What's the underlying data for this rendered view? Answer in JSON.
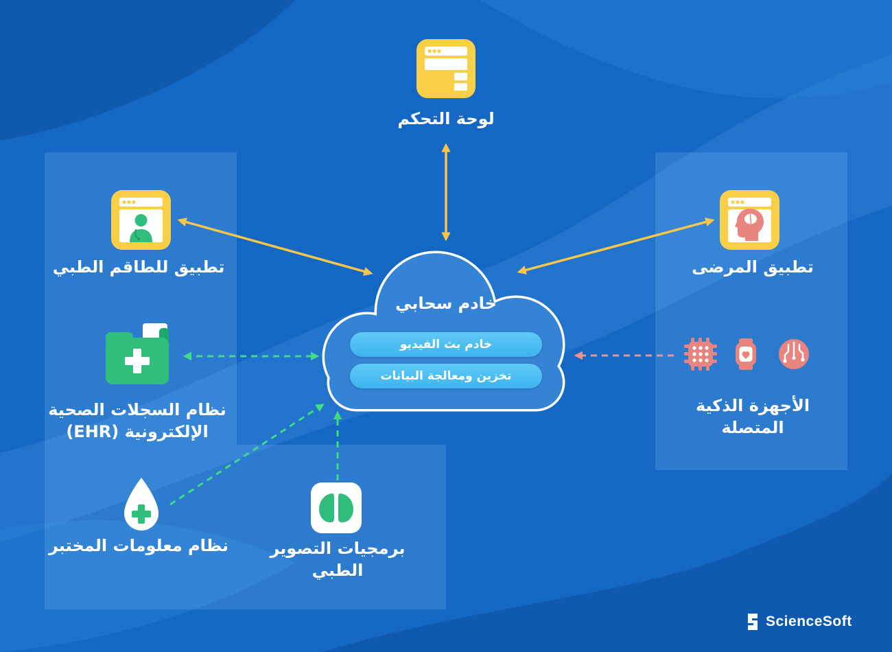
{
  "title": "Telemedicine cloud architecture diagram",
  "colors": {
    "background": "#1467c3",
    "wave_light": "#2d80d6",
    "wave_dark": "#0e57ab",
    "panel": "rgba(142,206,255,0.20)",
    "yellow": "#f8cf47",
    "green": "#2fbe7c",
    "arrow_green": "#3fdc84",
    "pink": "#e8857f",
    "pill_blue": "#47bdf2",
    "cloud_fill": "#3583d4",
    "white": "#ffffff"
  },
  "dashboard": {
    "label": "لوحة التحكم",
    "icon": "dashboard-browser-icon"
  },
  "cloud": {
    "title": "خادم سحابي",
    "pills": [
      {
        "label": "خادم بث الفيديو"
      },
      {
        "label": "تخزين ومعالجة البيانات"
      }
    ]
  },
  "left_panel": {
    "staff_app": {
      "label": "تطبيق للطاقم الطبي",
      "icon": "medical-staff-app-icon"
    },
    "ehr": {
      "label": "نظام السجلات الصحية الإلكترونية (EHR)",
      "icon": "ehr-folder-icon"
    },
    "lab": {
      "label": "نظام معلومات المختبر",
      "icon": "lab-drop-icon"
    }
  },
  "imaging": {
    "label": "برمجيات التصوير الطبي",
    "icon": "imaging-lungs-icon"
  },
  "right_panel": {
    "patient_app": {
      "label": "تطبيق المرضى",
      "icon": "patient-app-icon"
    },
    "devices": {
      "label": "الأجهزة الذكية المتصلة",
      "icons": [
        "chip-icon",
        "smartwatch-icon",
        "circuit-icon"
      ]
    }
  },
  "connections": [
    {
      "from": "dashboard",
      "to": "cloud",
      "style": "solid",
      "color": "yellow",
      "bidirectional": true
    },
    {
      "from": "medical-staff-app",
      "to": "cloud",
      "style": "solid",
      "color": "yellow",
      "bidirectional": true
    },
    {
      "from": "patient-app",
      "to": "cloud",
      "style": "solid",
      "color": "yellow",
      "bidirectional": true
    },
    {
      "from": "ehr",
      "to": "cloud",
      "style": "dashed",
      "color": "green",
      "bidirectional": true
    },
    {
      "from": "lab",
      "to": "cloud",
      "style": "dashed",
      "color": "green",
      "bidirectional": false
    },
    {
      "from": "imaging",
      "to": "cloud",
      "style": "dashed",
      "color": "green",
      "bidirectional": false
    },
    {
      "from": "devices",
      "to": "cloud",
      "style": "dashed",
      "color": "pink",
      "bidirectional": false
    }
  ],
  "logo": {
    "text": "ScienceSoft"
  }
}
